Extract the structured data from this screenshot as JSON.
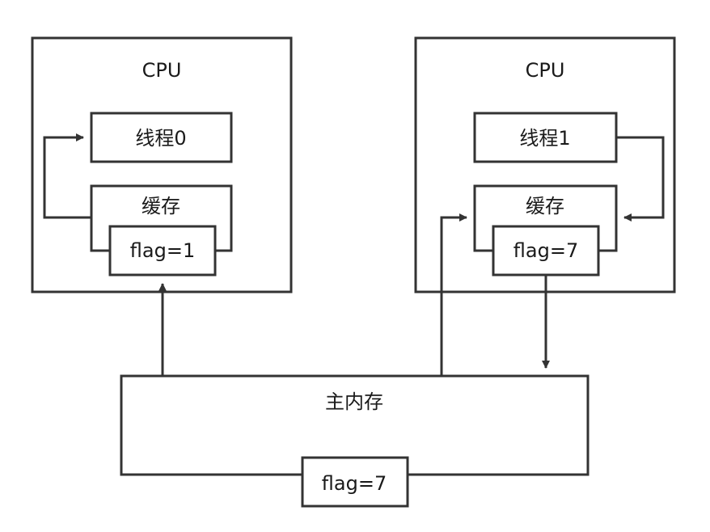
{
  "cpu_left": {
    "title": "CPU",
    "thread": "线程0",
    "cache": "缓存",
    "flag": "flag=1"
  },
  "cpu_right": {
    "title": "CPU",
    "thread": "线程1",
    "cache": "缓存",
    "flag": "flag=7"
  },
  "main_memory": {
    "title": "主内存",
    "flag": "flag=7"
  },
  "colors": {
    "stroke": "#333333",
    "text": "#1a1a1a",
    "background": "#ffffff"
  }
}
